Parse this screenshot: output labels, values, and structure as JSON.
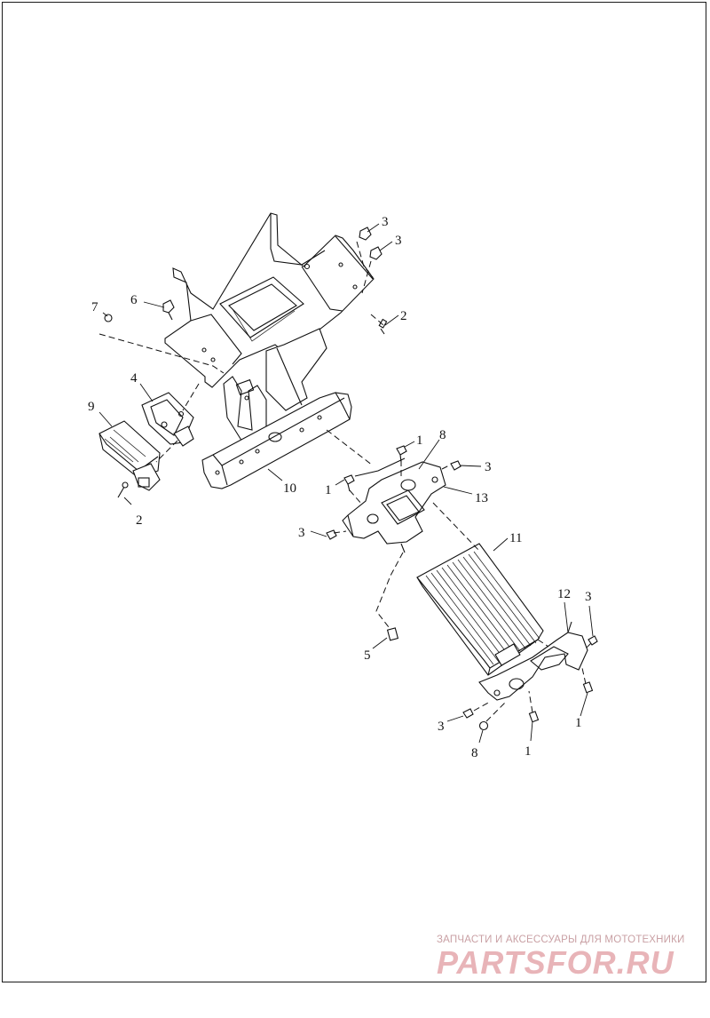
{
  "callouts": [
    {
      "id": "c3a",
      "label": "3"
    },
    {
      "id": "c3b",
      "label": "3"
    },
    {
      "id": "c2a",
      "label": "2"
    },
    {
      "id": "c7",
      "label": "7"
    },
    {
      "id": "c6",
      "label": "6"
    },
    {
      "id": "c4",
      "label": "4"
    },
    {
      "id": "c9",
      "label": "9"
    },
    {
      "id": "c2b",
      "label": "2"
    },
    {
      "id": "c10",
      "label": "10"
    },
    {
      "id": "c1a",
      "label": "1"
    },
    {
      "id": "c8a",
      "label": "8"
    },
    {
      "id": "c3c",
      "label": "3"
    },
    {
      "id": "c1b",
      "label": "1"
    },
    {
      "id": "c13",
      "label": "13"
    },
    {
      "id": "c3d",
      "label": "3"
    },
    {
      "id": "c11",
      "label": "11"
    },
    {
      "id": "c12",
      "label": "12"
    },
    {
      "id": "c3e",
      "label": "3"
    },
    {
      "id": "c5",
      "label": "5"
    },
    {
      "id": "c1c",
      "label": "1"
    },
    {
      "id": "c3f",
      "label": "3"
    },
    {
      "id": "c8b",
      "label": "8"
    },
    {
      "id": "c1d",
      "label": "1"
    }
  ],
  "watermark": {
    "tagline": "ЗАПЧАСТИ И АКСЕССУАРЫ ДЛЯ МОТОТЕХНИКИ",
    "logo": "PARTSFOR.RU",
    "color": "#e8b4b8"
  }
}
